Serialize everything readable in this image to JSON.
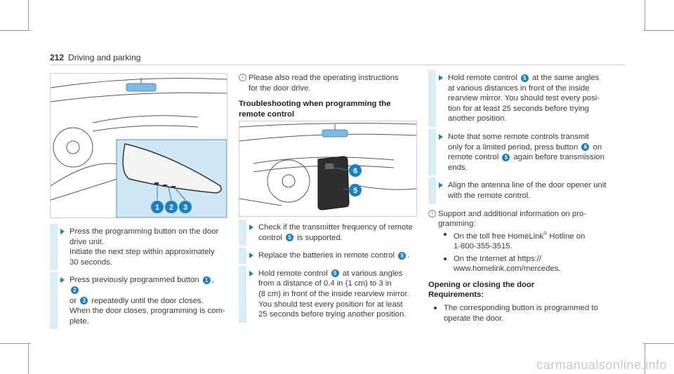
{
  "header": {
    "page_number": "212",
    "section": "Driving and parking"
  },
  "figure1": {
    "callouts": [
      "1",
      "2",
      "3"
    ]
  },
  "figure2": {
    "callouts": [
      "6",
      "5"
    ]
  },
  "col1": {
    "step1": {
      "lines": [
        "Press the programming button on the door",
        "drive unit.",
        "Initiate the next step within approximately",
        "30 seconds."
      ]
    },
    "step2": {
      "a": "Press previously programmed button",
      "n1": "1",
      "comma": ",",
      "n2": "2",
      "or": "or",
      "n3": "3",
      "b": "repeatedly until the door closes.",
      "lines": [
        "When the door closes, programming is com-",
        "plete."
      ]
    }
  },
  "col2": {
    "note": [
      "Please also read the operating instructions",
      "for the door drive."
    ],
    "heading": [
      "Troubleshooting when programming the",
      "remote control"
    ],
    "step1": {
      "a": "Check if the transmitter frequency of remote",
      "b": "control",
      "n": "5",
      "c": "is supported."
    },
    "step2": {
      "a": "Replace the batteries in remote control",
      "n": "5",
      "c": "."
    },
    "step3": {
      "a": "Hold remote control",
      "n": "5",
      "c": "at various angles",
      "lines": [
        "from a distance of 0.4 in (1 cm) to 3 in",
        "(8 cm) in front of the inside rearview mirror.",
        "You should test every position for at least",
        "25 seconds before trying another position."
      ]
    }
  },
  "col3": {
    "step1": {
      "a": "Hold remote control",
      "n": "5",
      "c": "at the same angles",
      "lines": [
        "at various distances in front of the inside",
        "rearview mirror. You should test every posi-",
        "tion for at least 25 seconds before trying",
        "another position."
      ]
    },
    "step2": {
      "l1": "Note that some remote controls transmit",
      "a": "only for a limited period, press button",
      "n6": "6",
      "b": "on",
      "c": "remote control",
      "n5": "5",
      "d": "again before transmission",
      "l4": "ends."
    },
    "step3": [
      "Align the antenna line of the door opener unit",
      "with the remote control."
    ],
    "note": [
      "Support and additional information on pro-",
      "gramming:"
    ],
    "bullet1": {
      "a": "On the toll free HomeLink",
      "reg": "®",
      "b": "Hotline on",
      "l2": "1-800-355-3515."
    },
    "bullet2": [
      "On the Internet at https://",
      "www.homelink.com/mercedes."
    ],
    "heading": "Opening or closing the door",
    "req": "Requirements:",
    "bullet3": [
      "The corresponding button is programmed to",
      "operate the door."
    ]
  },
  "watermark": "carmanualsonline.info",
  "colors": {
    "accent": "#1a7fc1",
    "step_bar": "#d9ecf8",
    "figure_panel": "#cfe6f5"
  }
}
